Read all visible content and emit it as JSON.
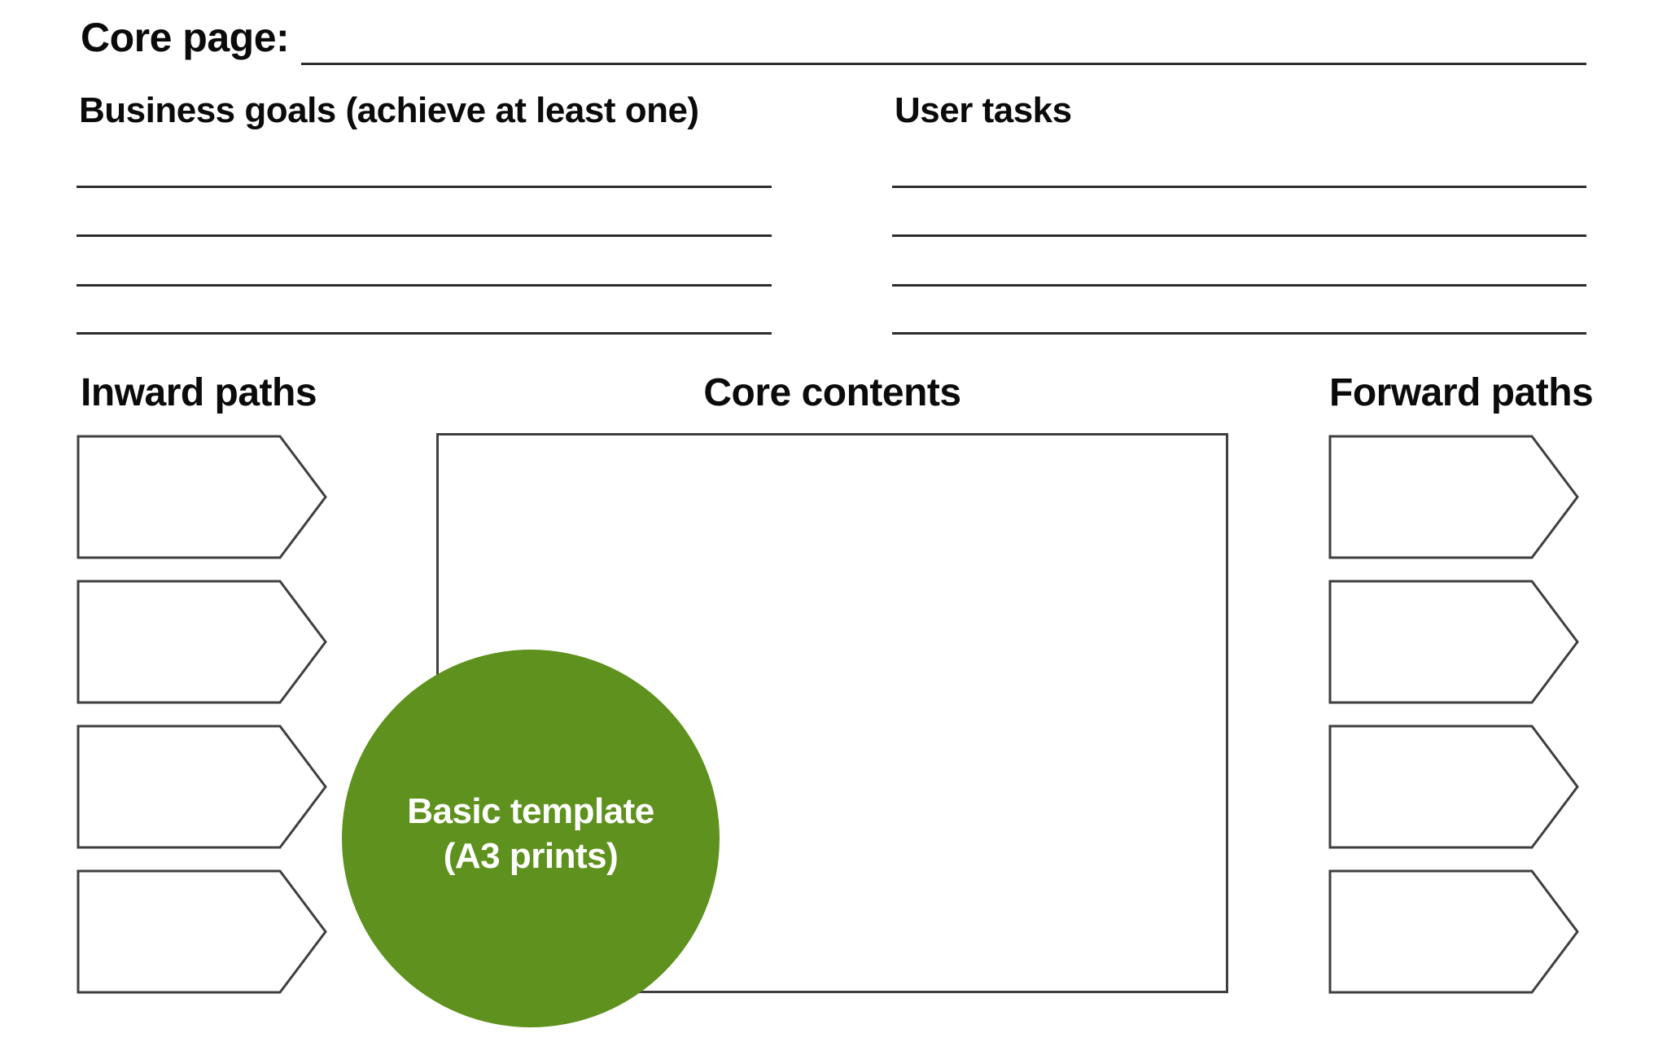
{
  "page": {
    "core_page_label": "Core page:",
    "sections": {
      "business_goals": {
        "heading": "Business goals (achieve at least one)",
        "blank_lines": 4
      },
      "user_tasks": {
        "heading": "User tasks",
        "blank_lines": 4
      },
      "inward_paths": {
        "heading": "Inward paths",
        "arrow_count": 4
      },
      "core_contents": {
        "heading": "Core contents"
      },
      "forward_paths": {
        "heading": "Forward paths",
        "arrow_count": 4
      }
    },
    "badge": {
      "line1": "Basic template",
      "line2": "(A3 prints)"
    },
    "colors": {
      "badge_green": "#5E911D",
      "badge_text": "#FFFFFF",
      "line": "#2D2D2D",
      "shape_border": "#3F3F3F",
      "text": "#0B0B0B",
      "background": "#FFFFFF"
    }
  }
}
